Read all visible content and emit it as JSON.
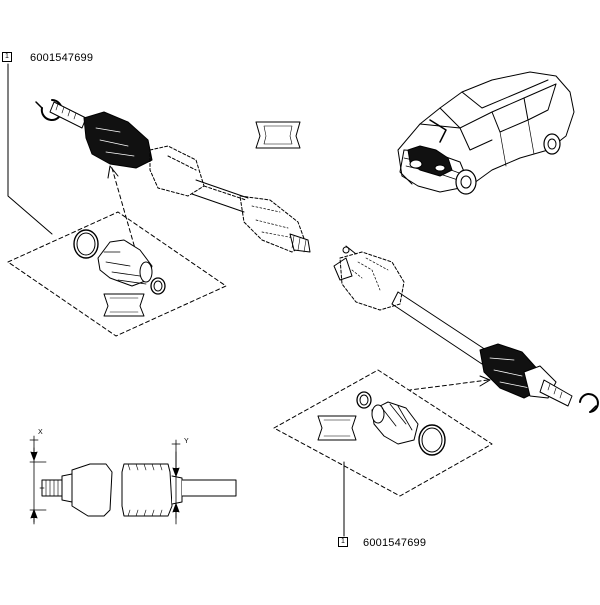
{
  "callouts": [
    {
      "number": "1",
      "reference": "6001547699"
    },
    {
      "number": "1",
      "reference": "6001547699"
    }
  ],
  "dimensions": {
    "x_label": "X",
    "y_label": "Y"
  }
}
